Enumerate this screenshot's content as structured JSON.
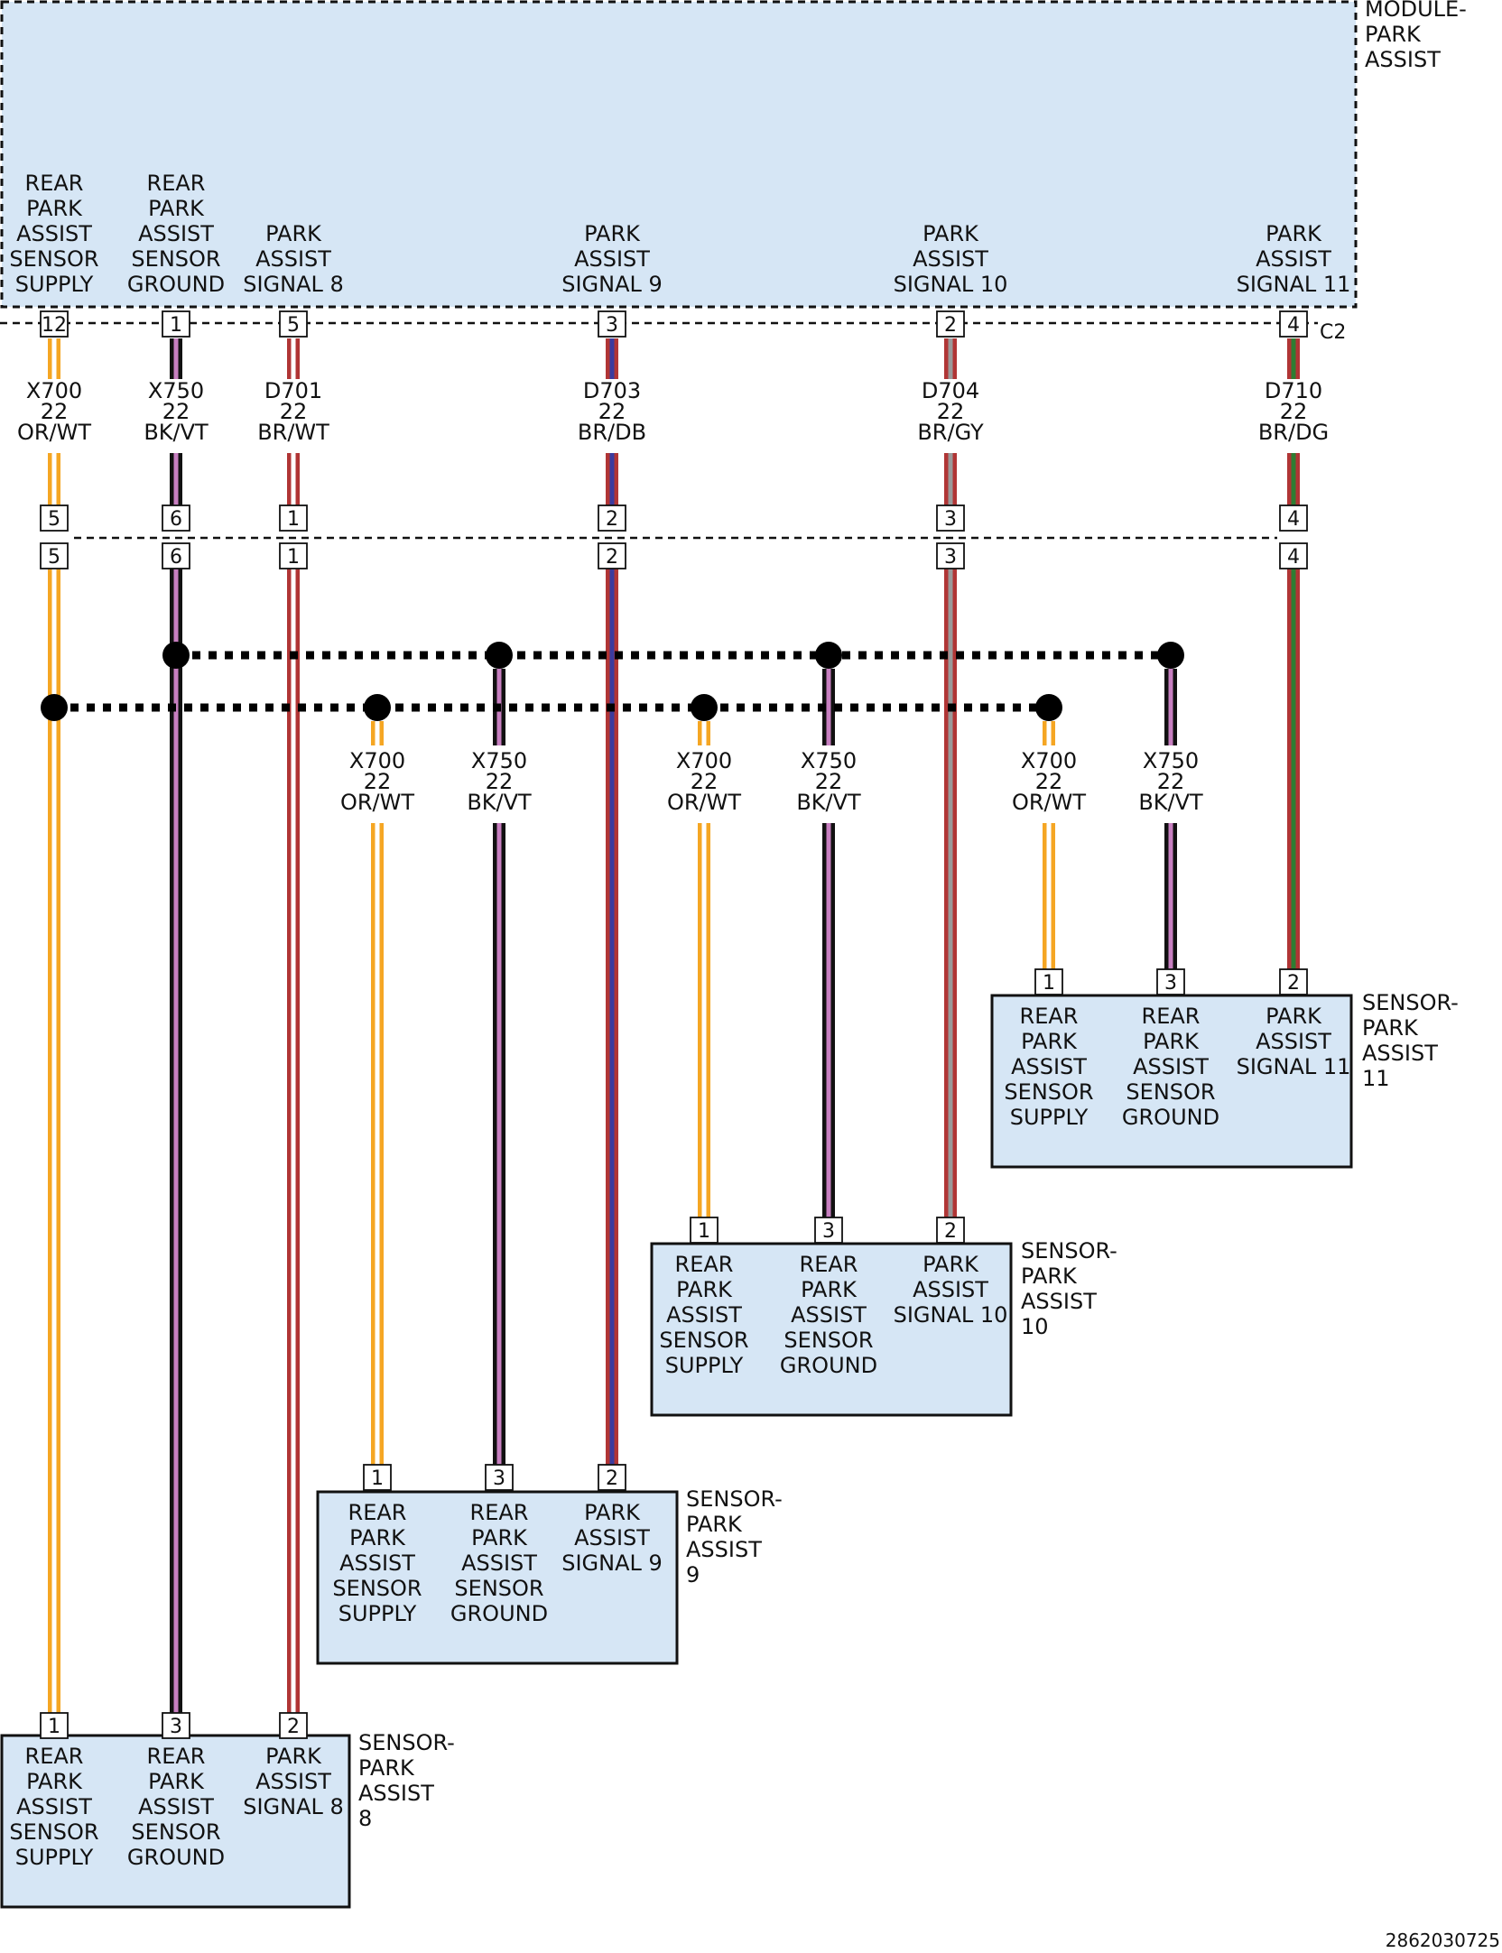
{
  "module": {
    "name": [
      "MODULE-",
      "PARK",
      "ASSIST"
    ],
    "connector": "C2",
    "pins": [
      {
        "label": [
          "REAR",
          "PARK",
          "ASSIST",
          "SENSOR",
          "SUPPLY"
        ],
        "pin": "12"
      },
      {
        "label": [
          "REAR",
          "PARK",
          "ASSIST",
          "SENSOR",
          "GROUND"
        ],
        "pin": "1"
      },
      {
        "label": [
          "PARK",
          "ASSIST",
          "SIGNAL 8"
        ],
        "pin": "5"
      },
      {
        "label": [
          "PARK",
          "ASSIST",
          "SIGNAL 9"
        ],
        "pin": "3"
      },
      {
        "label": [
          "PARK",
          "ASSIST",
          "SIGNAL 10"
        ],
        "pin": "2"
      },
      {
        "label": [
          "PARK",
          "ASSIST",
          "SIGNAL 11"
        ],
        "pin": "4"
      }
    ]
  },
  "trunk_wires": [
    {
      "circuit": "X700",
      "gauge": "22",
      "color_code": "OR/WT",
      "colors": [
        "#f5a623",
        "#ffffff"
      ]
    },
    {
      "circuit": "X750",
      "gauge": "22",
      "color_code": "BK/VT",
      "colors": [
        "#111111",
        "#c77fc0"
      ]
    },
    {
      "circuit": "D701",
      "gauge": "22",
      "color_code": "BR/WT",
      "colors": [
        "#b03535",
        "#ffffff"
      ]
    },
    {
      "circuit": "D703",
      "gauge": "22",
      "color_code": "BR/DB",
      "colors": [
        "#b03535",
        "#3b3b9e"
      ]
    },
    {
      "circuit": "D704",
      "gauge": "22",
      "color_code": "BR/GY",
      "colors": [
        "#b03535",
        "#9a9a9a"
      ]
    },
    {
      "circuit": "D710",
      "gauge": "22",
      "color_code": "BR/DG",
      "colors": [
        "#b03535",
        "#2e7d32"
      ]
    }
  ],
  "inline_connector": {
    "top_pins": [
      "5",
      "6",
      "1",
      "2",
      "3",
      "4"
    ],
    "bottom_pins": [
      "5",
      "6",
      "1",
      "2",
      "3",
      "4"
    ]
  },
  "branch_wires": [
    {
      "circuit": "X700",
      "gauge": "22",
      "color_code": "OR/WT"
    },
    {
      "circuit": "X750",
      "gauge": "22",
      "color_code": "BK/VT"
    },
    {
      "circuit": "X700",
      "gauge": "22",
      "color_code": "OR/WT"
    },
    {
      "circuit": "X750",
      "gauge": "22",
      "color_code": "BK/VT"
    },
    {
      "circuit": "X700",
      "gauge": "22",
      "color_code": "OR/WT"
    },
    {
      "circuit": "X750",
      "gauge": "22",
      "color_code": "BK/VT"
    }
  ],
  "sensors": [
    {
      "name": [
        "SENSOR-",
        "PARK",
        "ASSIST",
        "11"
      ],
      "pins": [
        {
          "pin": "1",
          "label": [
            "REAR",
            "PARK",
            "ASSIST",
            "SENSOR",
            "SUPPLY"
          ]
        },
        {
          "pin": "3",
          "label": [
            "REAR",
            "PARK",
            "ASSIST",
            "SENSOR",
            "GROUND"
          ]
        },
        {
          "pin": "2",
          "label": [
            "PARK",
            "ASSIST",
            "SIGNAL 11"
          ]
        }
      ]
    },
    {
      "name": [
        "SENSOR-",
        "PARK",
        "ASSIST",
        "10"
      ],
      "pins": [
        {
          "pin": "1",
          "label": [
            "REAR",
            "PARK",
            "ASSIST",
            "SENSOR",
            "SUPPLY"
          ]
        },
        {
          "pin": "3",
          "label": [
            "REAR",
            "PARK",
            "ASSIST",
            "SENSOR",
            "GROUND"
          ]
        },
        {
          "pin": "2",
          "label": [
            "PARK",
            "ASSIST",
            "SIGNAL 10"
          ]
        }
      ]
    },
    {
      "name": [
        "SENSOR-",
        "PARK",
        "ASSIST",
        "9"
      ],
      "pins": [
        {
          "pin": "1",
          "label": [
            "REAR",
            "PARK",
            "ASSIST",
            "SENSOR",
            "SUPPLY"
          ]
        },
        {
          "pin": "3",
          "label": [
            "REAR",
            "PARK",
            "ASSIST",
            "SENSOR",
            "GROUND"
          ]
        },
        {
          "pin": "2",
          "label": [
            "PARK",
            "ASSIST",
            "SIGNAL 9"
          ]
        }
      ]
    },
    {
      "name": [
        "SENSOR-",
        "PARK",
        "ASSIST",
        "8"
      ],
      "pins": [
        {
          "pin": "1",
          "label": [
            "REAR",
            "PARK",
            "ASSIST",
            "SENSOR",
            "SUPPLY"
          ]
        },
        {
          "pin": "3",
          "label": [
            "REAR",
            "PARK",
            "ASSIST",
            "SENSOR",
            "GROUND"
          ]
        },
        {
          "pin": "2",
          "label": [
            "PARK",
            "ASSIST",
            "SIGNAL 8"
          ]
        }
      ]
    }
  ],
  "diagram_id": "2862030725",
  "colors": {
    "box_fill": "#d6e6f5",
    "orange": "#f5a623",
    "brown": "#b03535",
    "violet": "#c77fc0"
  }
}
